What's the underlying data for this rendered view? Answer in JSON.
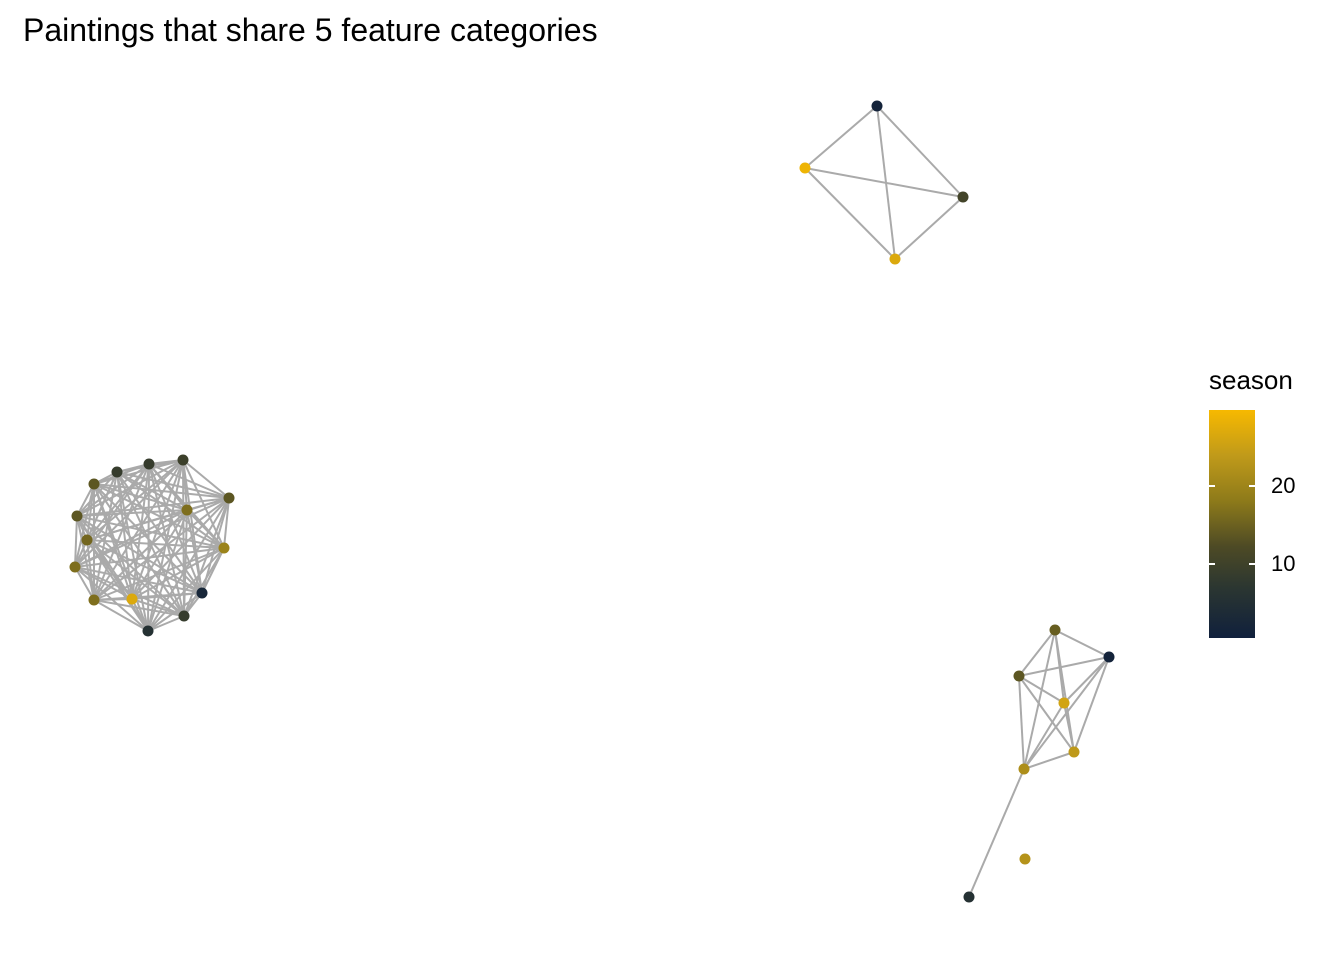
{
  "title": "Paintings that share 5 feature categories",
  "legend": {
    "title": "season",
    "labels": [
      {
        "value": 20,
        "text": "20"
      },
      {
        "value": 10,
        "text": "10"
      }
    ],
    "range": [
      1,
      30
    ],
    "colors": {
      "low": "#10203c",
      "high": "#f7b900"
    }
  },
  "edge_color": "#aaaaaa",
  "chart_data": {
    "type": "network",
    "title": "Paintings that share 5 feature categories",
    "color_variable": "season",
    "components": [
      {
        "name": "cluster-left",
        "nodes": [
          {
            "id": "L1",
            "season": 6
          },
          {
            "id": "L2",
            "season": 9
          },
          {
            "id": "L3",
            "season": 9
          },
          {
            "id": "L4",
            "season": 10
          },
          {
            "id": "L5",
            "season": 14
          },
          {
            "id": "L6",
            "season": 17
          },
          {
            "id": "L7",
            "season": 14
          },
          {
            "id": "L8",
            "season": 20
          },
          {
            "id": "L9",
            "season": 14
          },
          {
            "id": "L10",
            "season": 16
          },
          {
            "id": "L11",
            "season": 17
          },
          {
            "id": "L12",
            "season": 3
          },
          {
            "id": "L13",
            "season": 27
          },
          {
            "id": "L14",
            "season": 17
          },
          {
            "id": "L15",
            "season": 9
          }
        ],
        "complete_graph": true
      },
      {
        "name": "cluster-top",
        "nodes": [
          {
            "id": "T1",
            "season": 2
          },
          {
            "id": "T2",
            "season": 29
          },
          {
            "id": "T3",
            "season": 11
          },
          {
            "id": "T4",
            "season": 27
          }
        ],
        "edges": [
          [
            "T1",
            "T2"
          ],
          [
            "T1",
            "T3"
          ],
          [
            "T1",
            "T4"
          ],
          [
            "T2",
            "T3"
          ],
          [
            "T2",
            "T4"
          ],
          [
            "T3",
            "T4"
          ]
        ]
      },
      {
        "name": "cluster-bottom-right",
        "nodes": [
          {
            "id": "B1",
            "season": 15
          },
          {
            "id": "B2",
            "season": 2
          },
          {
            "id": "B3",
            "season": 14
          },
          {
            "id": "B4",
            "season": 26
          },
          {
            "id": "B5",
            "season": 24
          },
          {
            "id": "B6",
            "season": 22
          },
          {
            "id": "B7",
            "season": 23
          },
          {
            "id": "B8",
            "season": 6
          }
        ],
        "edges": [
          [
            "B1",
            "B2"
          ],
          [
            "B1",
            "B3"
          ],
          [
            "B1",
            "B4"
          ],
          [
            "B1",
            "B5"
          ],
          [
            "B1",
            "B6"
          ],
          [
            "B2",
            "B3"
          ],
          [
            "B2",
            "B4"
          ],
          [
            "B2",
            "B5"
          ],
          [
            "B2",
            "B6"
          ],
          [
            "B3",
            "B4"
          ],
          [
            "B3",
            "B5"
          ],
          [
            "B3",
            "B6"
          ],
          [
            "B4",
            "B5"
          ],
          [
            "B4",
            "B6"
          ],
          [
            "B5",
            "B6"
          ],
          [
            "B6",
            "B8"
          ]
        ]
      }
    ]
  }
}
